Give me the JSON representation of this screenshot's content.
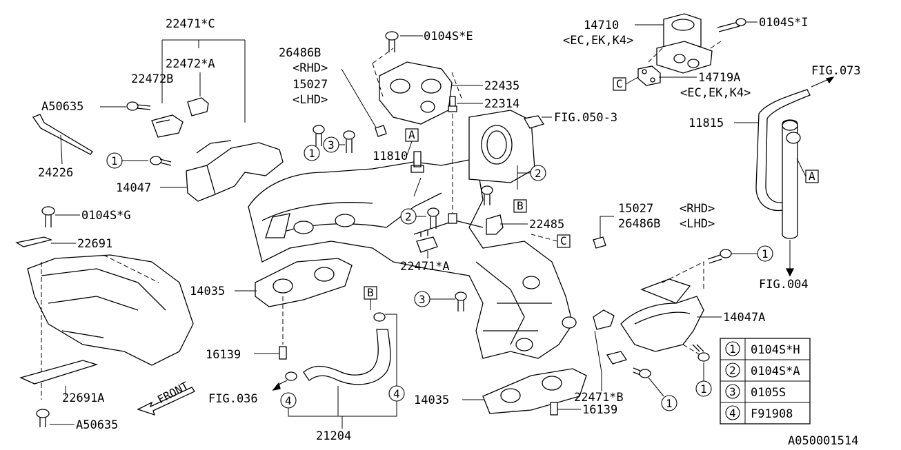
{
  "labels": {
    "p22471c": "22471*C",
    "p22472a": "22472*A",
    "p22472b": "22472B",
    "a50635_top": "A50635",
    "p24226": "24226",
    "p14047": "14047",
    "p26486b_top": "26486B",
    "rhd_top": "<RHD>",
    "p15027_top": "15027",
    "lhd_top": "<LHD>",
    "p0104se": "0104S*E",
    "p22435": "22435",
    "p22314": "22314",
    "fig050": "FIG.050-3",
    "p11810": "11810",
    "p14710": "14710",
    "ec14710": "<EC,EK,K4>",
    "p0104si": "0104S*I",
    "p14719a": "14719A",
    "ec14719a": "<EC,EK,K4>",
    "fig073": "FIG.073",
    "p11815": "11815",
    "p0104sg": "0104S*G",
    "p22691": "22691",
    "p22485": "22485",
    "p15027_right": "15027",
    "rhd_right": "<RHD>",
    "p26486b_right": "26486B",
    "lhd_right": "<LHD>",
    "p22471a": "22471*A",
    "p14035_left": "14035",
    "p14035_bottom": "14035",
    "fig004": "FIG.004",
    "p14047a": "14047A",
    "p16139_left": "16139",
    "p16139_bottom": "16139",
    "p22691a": "22691A",
    "front": "FRONT",
    "a50635_bottom": "A50635",
    "fig036": "FIG.036",
    "p21204": "21204",
    "p22471b": "22471*B",
    "diagram_id": "A050001514"
  },
  "callouts": {
    "A": "A",
    "B": "B",
    "C": "C",
    "n1": "1",
    "n2": "2",
    "n3": "3",
    "n4": "4"
  },
  "legend": [
    {
      "num": "1",
      "part": "0104S*H"
    },
    {
      "num": "2",
      "part": "0104S*A"
    },
    {
      "num": "3",
      "part": "0105S"
    },
    {
      "num": "4",
      "part": "F91908"
    }
  ]
}
